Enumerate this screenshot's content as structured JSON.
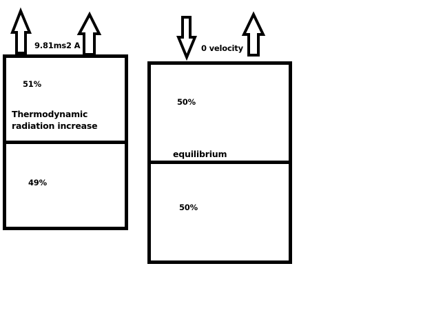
{
  "colors": {
    "stroke": "#000000",
    "background": "#ffffff",
    "arrow_fill": "#ffffff"
  },
  "left_diagram": {
    "top_label": "9.81ms2 A",
    "arrows": [
      {
        "icon": "up-arrow-icon",
        "direction": "up"
      },
      {
        "icon": "up-arrow-icon",
        "direction": "up"
      }
    ],
    "top_section": {
      "percent": "51%",
      "label_line1": "Thermodynamic",
      "label_line2": "radiation increase"
    },
    "bottom_section": {
      "percent": "49%"
    }
  },
  "right_diagram": {
    "top_label": "0 velocity",
    "arrows": [
      {
        "icon": "down-arrow-icon",
        "direction": "down"
      },
      {
        "icon": "up-arrow-icon",
        "direction": "up"
      }
    ],
    "top_section": {
      "percent": "50%",
      "label": "equilibrium"
    },
    "bottom_section": {
      "percent": "50%"
    }
  }
}
